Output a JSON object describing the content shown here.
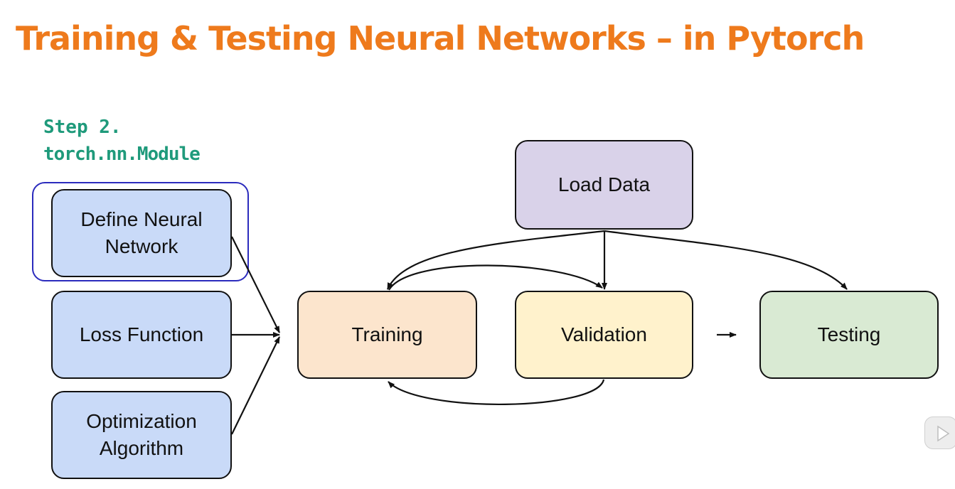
{
  "title": "Training & Testing Neural Networks – in Pytorch",
  "step": {
    "label": "Step 2.",
    "module": "torch.nn.Module"
  },
  "nodes": {
    "define": "Define Neural Network",
    "loss": "Loss Function",
    "optimization": "Optimization Algorithm",
    "load_data": "Load Data",
    "training": "Training",
    "validation": "Validation",
    "testing": "Testing"
  },
  "colors": {
    "title": "#ee7a1c",
    "step_text": "#1f9a7b",
    "highlight_border": "#2b2bbd",
    "model_boxes": "#c9daf8",
    "load_data": "#d9d2e9",
    "training": "#fce5cd",
    "validation": "#fff2cc",
    "testing": "#d9ead3"
  },
  "icons": {
    "overlay": "play-icon"
  }
}
